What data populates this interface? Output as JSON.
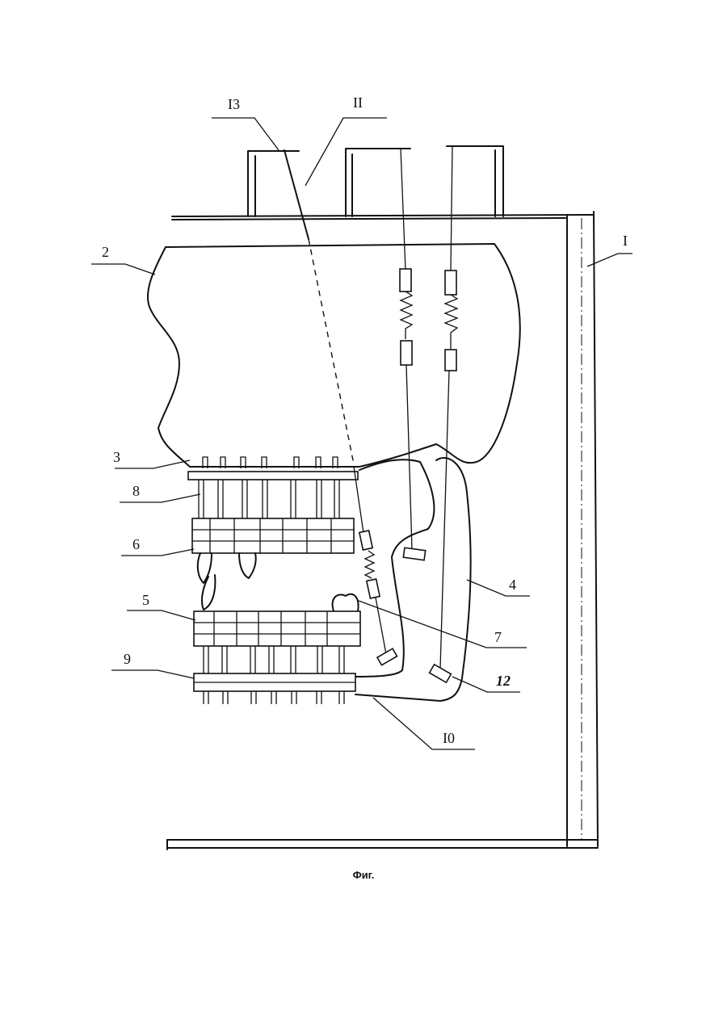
{
  "figure": {
    "caption": "Фиг.",
    "labels": {
      "l1": "I",
      "l2": "2",
      "l3": "3",
      "l4": "4",
      "l5": "5",
      "l6": "6",
      "l7": "7",
      "l8": "8",
      "l9": "9",
      "l10": "I0",
      "l11": "II",
      "l12": "12",
      "l13": "I3"
    }
  }
}
